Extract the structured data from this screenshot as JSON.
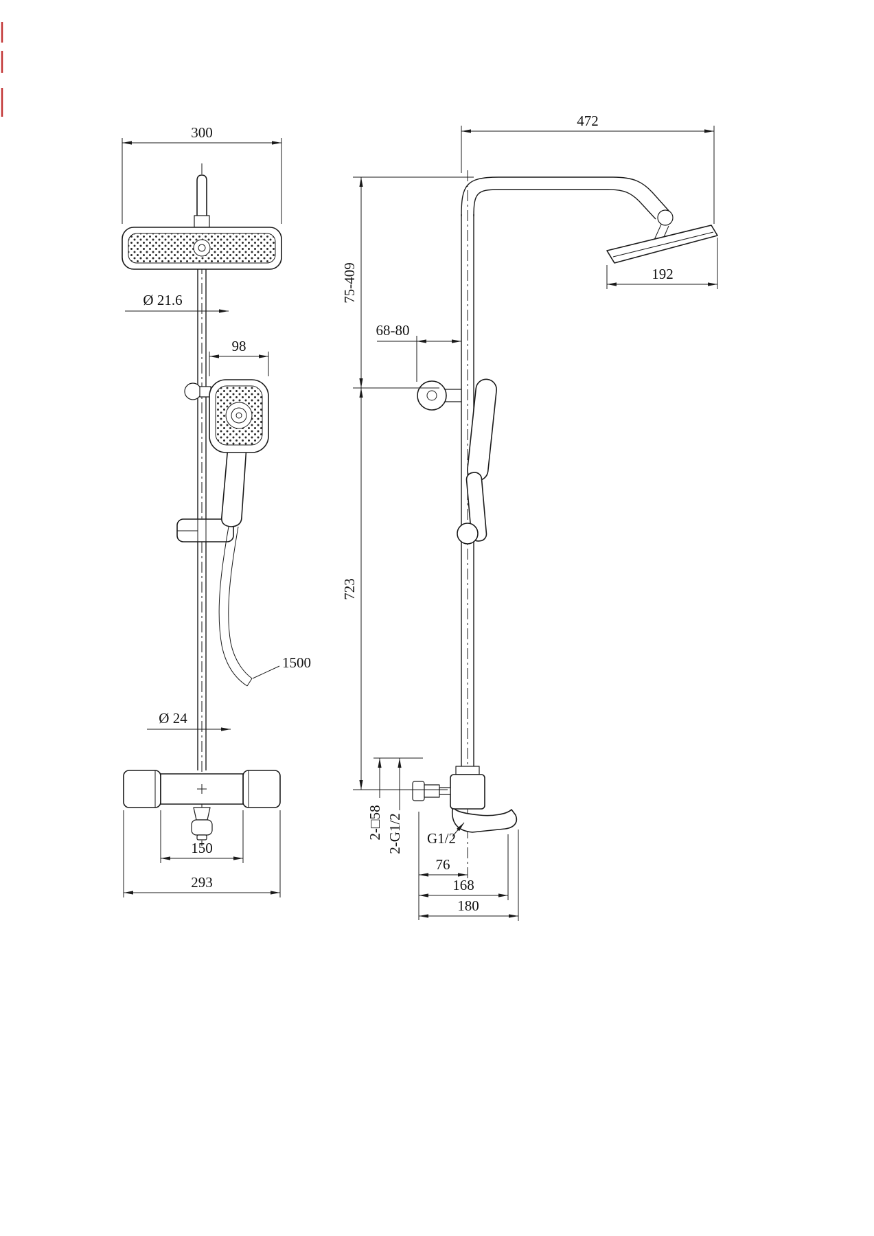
{
  "drawing": {
    "front_view": {
      "dim_head_width": "300",
      "dim_pipe_dia": "Ø 21.6",
      "dim_hand_shower_width": "98",
      "dim_hose_length": "1500",
      "dim_lower_pipe_dia": "Ø 24",
      "dim_valve_centers": "150",
      "dim_valve_width": "293"
    },
    "side_view": {
      "dim_horizontal_reach": "472",
      "dim_head_depth": "192",
      "dim_upper_adjust": "75-409",
      "dim_bracket_offset": "68-80",
      "dim_column_height": "723",
      "dim_escutcheon": "2-□58",
      "dim_inlet_thread": "2-G1/2",
      "dim_outlet_thread": "G1/2",
      "dim_spout_offset": "76",
      "dim_spout_reach": "168",
      "dim_total_depth": "180"
    }
  }
}
